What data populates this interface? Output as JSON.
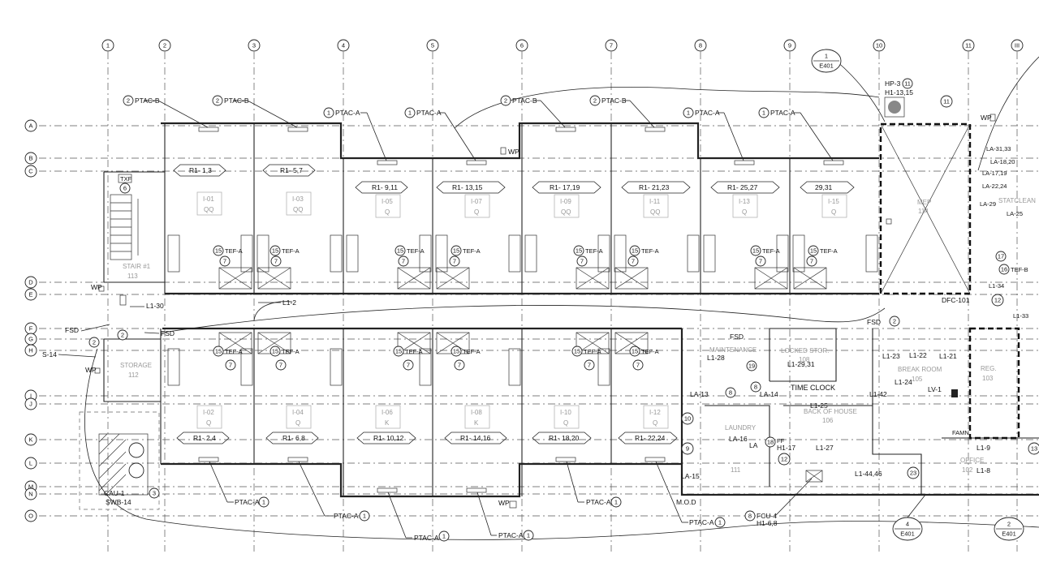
{
  "grid": {
    "columns": [
      "1",
      "2",
      "3",
      "4",
      "5",
      "6",
      "7",
      "8",
      "9",
      "10",
      "11",
      "III"
    ],
    "rows": [
      "A",
      "B",
      "C",
      "D",
      "E",
      "F",
      "G",
      "H",
      "I",
      "J",
      "K",
      "L",
      "M",
      "N",
      "O"
    ]
  },
  "rooms_top": [
    {
      "unit": "I-01",
      "type": "QQ",
      "circuit": "R1- 1,3",
      "ptac": "PTAC-B",
      "ptac_num": "2"
    },
    {
      "unit": "I-03",
      "type": "QQ",
      "circuit": "R1- 5,7",
      "ptac": "PTAC-B",
      "ptac_num": "2"
    },
    {
      "unit": "I-05",
      "type": "Q",
      "circuit": "R1- 9,11",
      "ptac": "PTAC-A",
      "ptac_num": "1"
    },
    {
      "unit": "I-07",
      "type": "Q",
      "circuit": "R1- 13,15",
      "ptac": "PTAC-A",
      "ptac_num": "1"
    },
    {
      "unit": "I-09",
      "type": "QQ",
      "circuit": "R1- 17,19",
      "ptac": "PTAC-B",
      "ptac_num": "2"
    },
    {
      "unit": "I-11",
      "type": "QQ",
      "circuit": "R1- 21,23",
      "ptac": "PTAC-B",
      "ptac_num": "2"
    },
    {
      "unit": "I-13",
      "type": "Q",
      "circuit": "R1- 25,27",
      "ptac": "PTAC-A",
      "ptac_num": "1"
    },
    {
      "unit": "I-15",
      "type": "Q",
      "circuit": "29,31",
      "ptac": "PTAC-A",
      "ptac_num": "1"
    }
  ],
  "rooms_bottom": [
    {
      "unit": "I-02",
      "type": "Q",
      "circuit": "R1- 2,4"
    },
    {
      "unit": "I-04",
      "type": "Q",
      "circuit": "R1- 6,8"
    },
    {
      "unit": "I-06",
      "type": "K",
      "circuit": "R1- 10,12"
    },
    {
      "unit": "I-08",
      "type": "K",
      "circuit": "R1- 14,16"
    },
    {
      "unit": "I-10",
      "type": "Q",
      "circuit": "R1- 18,20"
    },
    {
      "unit": "I-12",
      "type": "Q",
      "circuit": "R1- 22,24"
    }
  ],
  "ptac_bottom": {
    "label": "PTAC-A",
    "num": "1"
  },
  "fan_tag": {
    "label": "TEF-A",
    "num": "15"
  },
  "marker_7": "7",
  "spaces": {
    "stair_name": "STAIR #1",
    "stair_num": "113",
    "storage_name": "STORAGE",
    "storage_num": "112",
    "mep_name": "MEP",
    "mep_num": "114",
    "maint_name": "MAINTENANCE",
    "locked_name": "LOCKED STOR.",
    "locked_num": "108",
    "break_name": "BREAK ROOM",
    "break_num": "105",
    "reg_name": "REG.",
    "reg_num": "103",
    "boh_name": "BACK OF HOUSE",
    "boh_num": "106",
    "laundry_name": "LAUNDRY",
    "laundry_num": "111",
    "office_name": "OFFICE",
    "office_num": "102",
    "statclean": "STATCLEAN",
    "time_clock": "TIME CLOCK"
  },
  "labels": {
    "wp": "WP",
    "fsd": "FSD",
    "l1_30": "L1-30",
    "l1_2": "L1-2",
    "s14": "S-14",
    "txf": "TXF",
    "txf_num": "6",
    "storage_tag": "2",
    "cau": "CAU-1",
    "cau_num": "3",
    "swb": "SWB-14",
    "e401": "E401",
    "e401_1": "1",
    "e401_4": "4",
    "e401_2": "2",
    "hp3": "HP-3",
    "hp3_num": "11",
    "h1_1315": "H1-13,15",
    "tag_11": "11",
    "dfc": "DFC-101",
    "la_3133": "LA-31,33",
    "la_1820": "LA-18,20",
    "la_1719": "LA-17,19",
    "la_2224": "LA-22,24",
    "la_29": "LA-29",
    "la_25": "LA-25",
    "l1_34": "L1-34",
    "l1_33": "L1-33",
    "tef_b": "TEF-B",
    "tag_16": "16",
    "tag_12": "12",
    "tag_17": "17",
    "l1_28": "L1-28",
    "l1_2931": "L1-29,31",
    "tag_19": "19",
    "tag_8": "8",
    "l1_23": "L1-23",
    "l1_22": "L1-22",
    "l1_21": "L1-21",
    "l1_24": "L1-24",
    "l1_42": "L1-42",
    "lv1": "LV-1",
    "l1_25": "L1-25",
    "la_13": "LA-13",
    "la_14": "LA-14",
    "la_16": "LA-16",
    "la_15": "LA-15",
    "la": "LA",
    "tag_10": "10",
    "tag_9": "9",
    "tag_18": "18",
    "tag_12b": "12",
    "ff": "FF",
    "h1_17": "H1-17",
    "l1_27": "L1-27",
    "l1_4446": "L1-44,46",
    "tag_23": "23",
    "fcu4": "FCU-4",
    "fcu_num": "8",
    "h1_68": "H1-6,8",
    "mod": "M.O.D",
    "l1_9": "L1-9",
    "l1_8": "L1-8",
    "tag_13": "13",
    "famn": "FAMN"
  },
  "colors": {
    "line": "#222222",
    "room_label": "#999999",
    "grid": "#555555"
  }
}
